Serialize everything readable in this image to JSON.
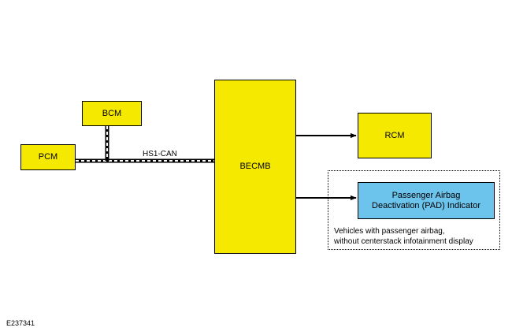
{
  "diagram": {
    "modules": {
      "bcm": "BCM",
      "pcm": "PCM",
      "becmb": "BECMB",
      "rcm": "RCM",
      "pad_line1": "Passenger Airbag",
      "pad_line2": "Deactivation (PAD) Indicator"
    },
    "network": {
      "bus_label": "HS1-CAN"
    },
    "note": {
      "line1": "Vehicles with passenger airbag,",
      "line2": "without centerstack infotainment display"
    },
    "figure_id": "E237341",
    "colors": {
      "module_fill": "#f5e900",
      "indicator_fill": "#6cc3ec",
      "line": "#000000"
    }
  }
}
